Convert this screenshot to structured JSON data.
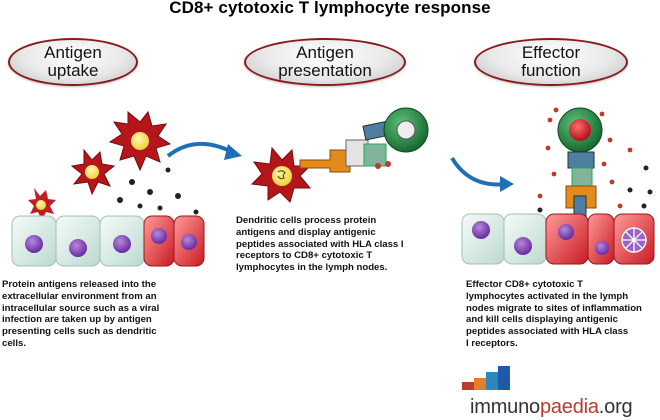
{
  "title": "CD8+ cytotoxic T lymphocyte response",
  "stages": [
    {
      "label": "Antigen\nuptake",
      "description": "Protein antigens released into the\nextracellular environment from an\nintracellular source such as a viral\ninfection are taken up by antigen\npresenting cells such as dendritic\ncells."
    },
    {
      "label": "Antigen\npresentation",
      "description": "Dendritic cells process protein\nantigens and display antigenic\npeptides associated with HLA class I\nreceptors to CD8+ cytotoxic T\nlymphocytes in the lymph nodes."
    },
    {
      "label": "Effector\nfunction",
      "description": "Effector CD8+ cytotoxic T\nlymphocytes activated in the lymph\nnodes migrate to sites of inflammation\nand kill cells displaying antigenic\npeptides associated with HLA class\nI receptors."
    }
  ],
  "brand": {
    "part1": "immuno",
    "part2": "paedia",
    "part3": ".org"
  },
  "colors": {
    "stage_border": "#8a1a1a",
    "dendritic": "#b5161b",
    "nucleus": "#f2d23a",
    "tissue_cell": "#d8ece6",
    "cell_nucleus": "#7b3bb0",
    "infected_cell": "#e0454a",
    "arrow": "#1f6fb7",
    "tcell": "#1f7a3a",
    "mhc": "#e28a1c",
    "tcr": "#4f7fa0"
  }
}
